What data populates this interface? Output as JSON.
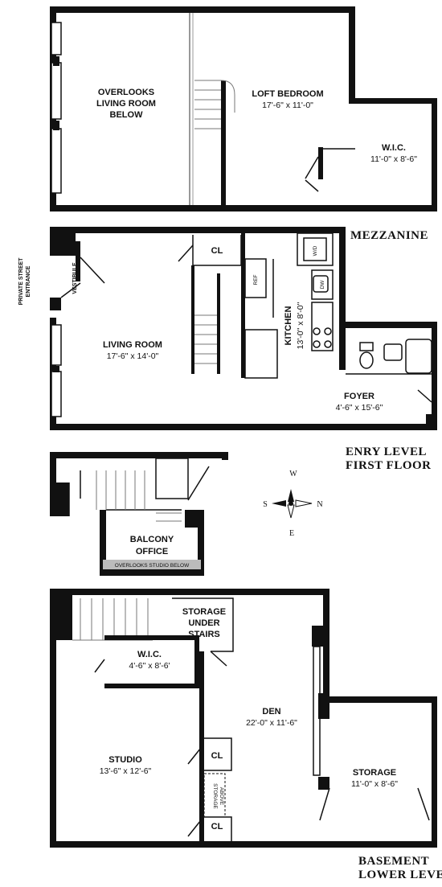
{
  "labels": {
    "mezzanine": {
      "overlooks": [
        "OVERLOOKS",
        "LIVING ROOM",
        "BELOW"
      ],
      "loft_bedroom": "LOFT BEDROOM",
      "loft_bedroom_dim": "17'-6\" x 11'-0\"",
      "wic": "W.I.C.",
      "wic_dim": "11'-0\" x 8'-6\"",
      "level": "MEZZANINE"
    },
    "entry": {
      "private_entrance": [
        "PRIVATE STREET",
        "ENTRANCE"
      ],
      "vestibule": "VESTIBULE",
      "cl": "CL",
      "ref": "REF",
      "wd": "W/D",
      "dw": "DW",
      "living_room": "LIVING ROOM",
      "living_room_dim": "17'-6\" x 14'-0\"",
      "kitchen": "KITCHEN",
      "kitchen_dim": "13'-0\" x 8'-0\"",
      "foyer": "FOYER",
      "foyer_dim": "4'-6\" x 15'-6\"",
      "level": [
        "ENRY LEVEL",
        "FIRST FLOOR"
      ]
    },
    "balcony": {
      "name": [
        "BALCONY",
        "OFFICE"
      ],
      "overlooks": "OVERLOOKS STUDIO BELOW"
    },
    "compass": {
      "w": "W",
      "s": "S",
      "n": "N",
      "e": "E"
    },
    "basement": {
      "storage_under": [
        "STORAGE",
        "UNDER",
        "STAIRS"
      ],
      "wic": "W.I.C.",
      "wic_dim": "4'-6\" x 8'-6'",
      "den": "DEN",
      "den_dim": "22'-0\" x 11'-6\"",
      "studio": "STUDIO",
      "studio_dim": "13'-6\" x 12'-6\"",
      "cl_1": "CL",
      "cl_2": "CL",
      "storage_above": [
        "STORAGE",
        "ABOVE"
      ],
      "storage": "STORAGE",
      "storage_dim": "11'-0\" x 8'-6\"",
      "level": [
        "BASEMENT",
        "LOWER LEVEL"
      ]
    }
  }
}
